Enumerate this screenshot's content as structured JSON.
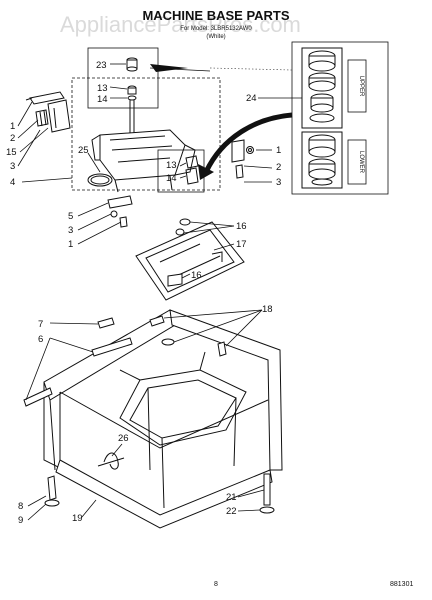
{
  "watermark": "AppliancePartsPros.com",
  "title": "MACHINE BASE PARTS",
  "subtitle": "For Model: 3LBR5132AW0",
  "subtitle2": "(White)",
  "page_number": "8",
  "doc_number": "881301",
  "clutch_labels": {
    "upper": "UPPER",
    "lower": "LOWER"
  },
  "callouts": [
    {
      "id": "c23",
      "text": "23"
    },
    {
      "id": "c13a",
      "text": "13"
    },
    {
      "id": "c14a",
      "text": "14"
    },
    {
      "id": "c24",
      "text": "24"
    },
    {
      "id": "c1a",
      "text": "1"
    },
    {
      "id": "c2a",
      "text": "2"
    },
    {
      "id": "c15",
      "text": "15"
    },
    {
      "id": "c3a",
      "text": "3"
    },
    {
      "id": "c4",
      "text": "4"
    },
    {
      "id": "c25",
      "text": "25"
    },
    {
      "id": "c13b",
      "text": "13"
    },
    {
      "id": "c14b",
      "text": "14"
    },
    {
      "id": "c1b",
      "text": "1"
    },
    {
      "id": "c2b",
      "text": "2"
    },
    {
      "id": "c3b",
      "text": "3"
    },
    {
      "id": "c5",
      "text": "5"
    },
    {
      "id": "c3c",
      "text": "3"
    },
    {
      "id": "c1c",
      "text": "1"
    },
    {
      "id": "c16a",
      "text": "16"
    },
    {
      "id": "c17",
      "text": "17"
    },
    {
      "id": "c16b",
      "text": "16"
    },
    {
      "id": "c18",
      "text": "18"
    },
    {
      "id": "c7",
      "text": "7"
    },
    {
      "id": "c6",
      "text": "6"
    },
    {
      "id": "c26",
      "text": "26"
    },
    {
      "id": "c8",
      "text": "8"
    },
    {
      "id": "c9",
      "text": "9"
    },
    {
      "id": "c19",
      "text": "19"
    },
    {
      "id": "c21",
      "text": "21"
    },
    {
      "id": "c22",
      "text": "22"
    }
  ]
}
